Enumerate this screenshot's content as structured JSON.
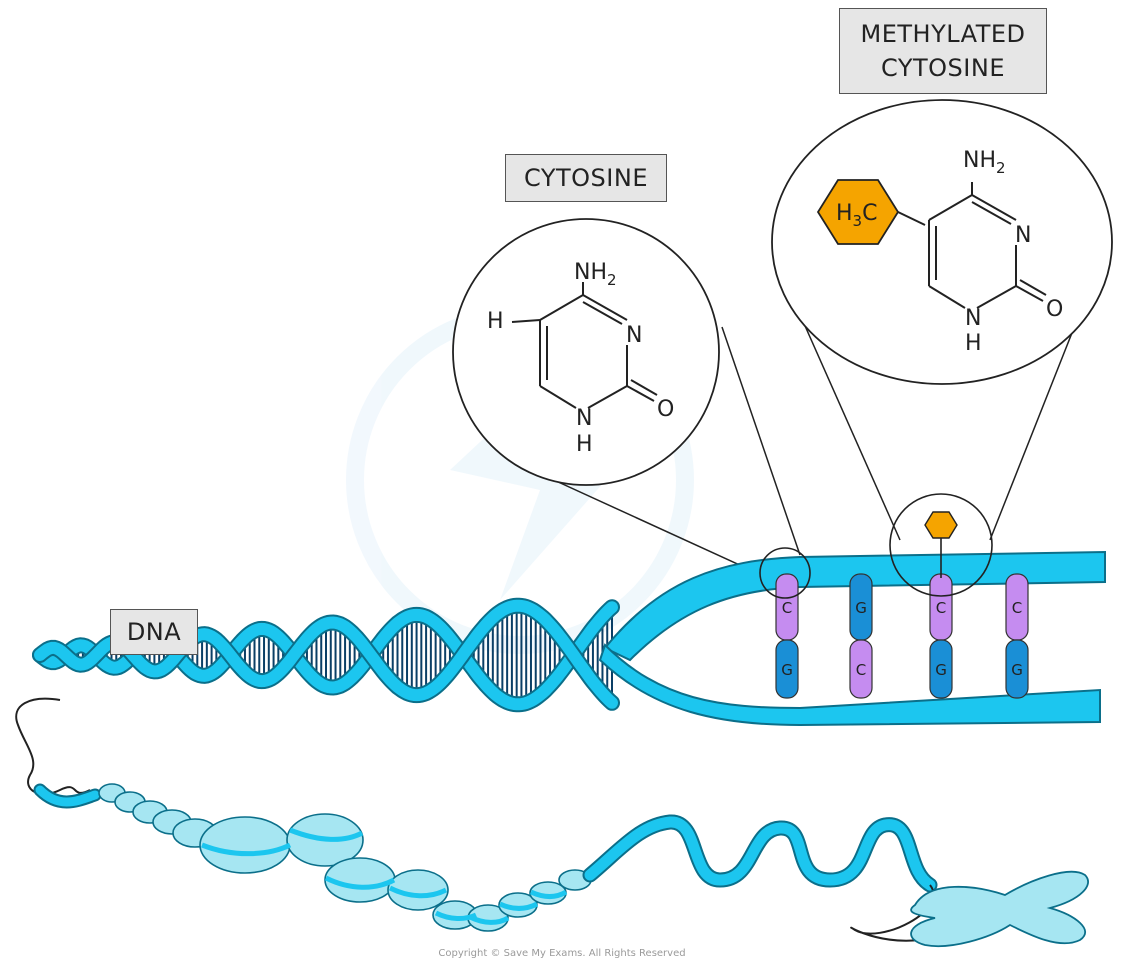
{
  "labels": {
    "dna": "DNA",
    "cytosine": "CYTOSINE",
    "methylated_line1": "METHYLATED",
    "methylated_line2": "CYTOSINE"
  },
  "cytosine_structure": {
    "nh2": "NH",
    "nh2_sub": "2",
    "h_left": "H",
    "n_ring": "N",
    "n_bottom": "N",
    "h_bottom": "H",
    "o": "O"
  },
  "methyl_structure": {
    "group": "H",
    "group_sub": "3",
    "group_c": "C",
    "nh2": "NH",
    "nh2_sub": "2",
    "n_ring": "N",
    "n_bottom": "N",
    "h_bottom": "H",
    "o": "O"
  },
  "base_pairs": [
    {
      "top": "C",
      "bottom": "G",
      "methylated": false
    },
    {
      "top": "G",
      "bottom": "C",
      "methylated": false
    },
    {
      "top": "C",
      "bottom": "G",
      "methylated": true
    },
    {
      "top": "C",
      "bottom": "G",
      "methylated": false
    }
  ],
  "copyright": "Copyright © Save My Exams. All Rights Reserved",
  "colors": {
    "strand": "#1cc6ef",
    "strand_outline": "#0b6f8a",
    "cytosine": "#c58cf0",
    "guanine": "#1a8fd6",
    "methyl": "#f5a400",
    "nucleosome": "#a6e6f2"
  }
}
